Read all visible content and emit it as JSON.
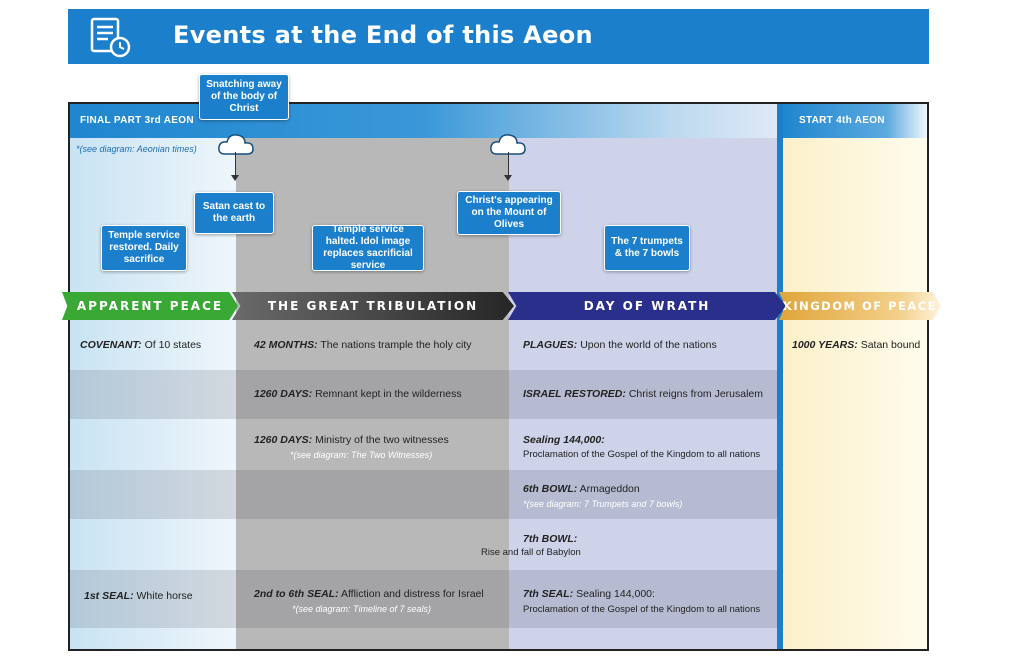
{
  "header": {
    "title": "Events at the End of this Aeon",
    "icon": "document-clock-icon"
  },
  "top": {
    "left_label": "FINAL PART 3rd AEON",
    "right_label": "START 4th AEON",
    "note": "*(see diagram: Aeonian times)"
  },
  "callouts": {
    "snatching": "Snatching away of the body of Christ",
    "satan": "Satan cast to the earth",
    "christ_appearing": "Christ's appearing on the Mount of Olives",
    "temple_restored": "Temple service restored. Daily sacrifice",
    "temple_halted": "Temple service halted. Idol image replaces sacrificial service",
    "trumpets": "The 7 trumpets & the 7 bowls"
  },
  "bands": {
    "apparent_peace": "APPARENT PEACE",
    "great_tribulation": "THE GREAT TRIBULATION",
    "day_of_wrath": "DAY OF WRATH",
    "kingdom_of_peace": "KINGDOM OF PEACE"
  },
  "rows": {
    "covenant_label": "COVENANT:",
    "covenant_text": "Of 10 states",
    "months_label": "42 MONTHS:",
    "months_text": "The nations trample the holy city",
    "plagues_label": "PLAGUES:",
    "plagues_text": "Upon the world of the nations",
    "years_label": "1000 YEARS:",
    "years_text": "Satan bound",
    "days1_label": "1260 DAYS:",
    "days1_text": "Remnant kept in the wilderness",
    "israel_label": "ISRAEL RESTORED:",
    "israel_text": "Christ reigns from Jerusalem",
    "days2_label": "1260 DAYS:",
    "days2_text": "Ministry of the two witnesses",
    "days2_note": "*(see diagram: The Two Witnesses)",
    "sealing_label": "Sealing 144,000:",
    "sealing_text": "Proclamation of the Gospel of the Kingdom to all nations",
    "bowl6_label": "6th BOWL:",
    "bowl6_text": "Armageddon",
    "bowl6_note": "*(see diagram: 7 Trumpets and 7 bowls)",
    "bowl7_label": "7th BOWL:",
    "bowl7_text": "Rise and fall of Babylon",
    "seal1_label": "1st SEAL:",
    "seal1_text": "White horse",
    "seals_label": "2nd to 6th SEAL:",
    "seals_text": "Affliction and distress for Israel",
    "seals_note": "*(see diagram: Timeline of 7 seals)",
    "seal7_label": "7th SEAL:",
    "seal7_text": "Sealing 144,000:",
    "seal7_sub": "Proclamation of the Gospel of the Kingdom to all nations"
  }
}
